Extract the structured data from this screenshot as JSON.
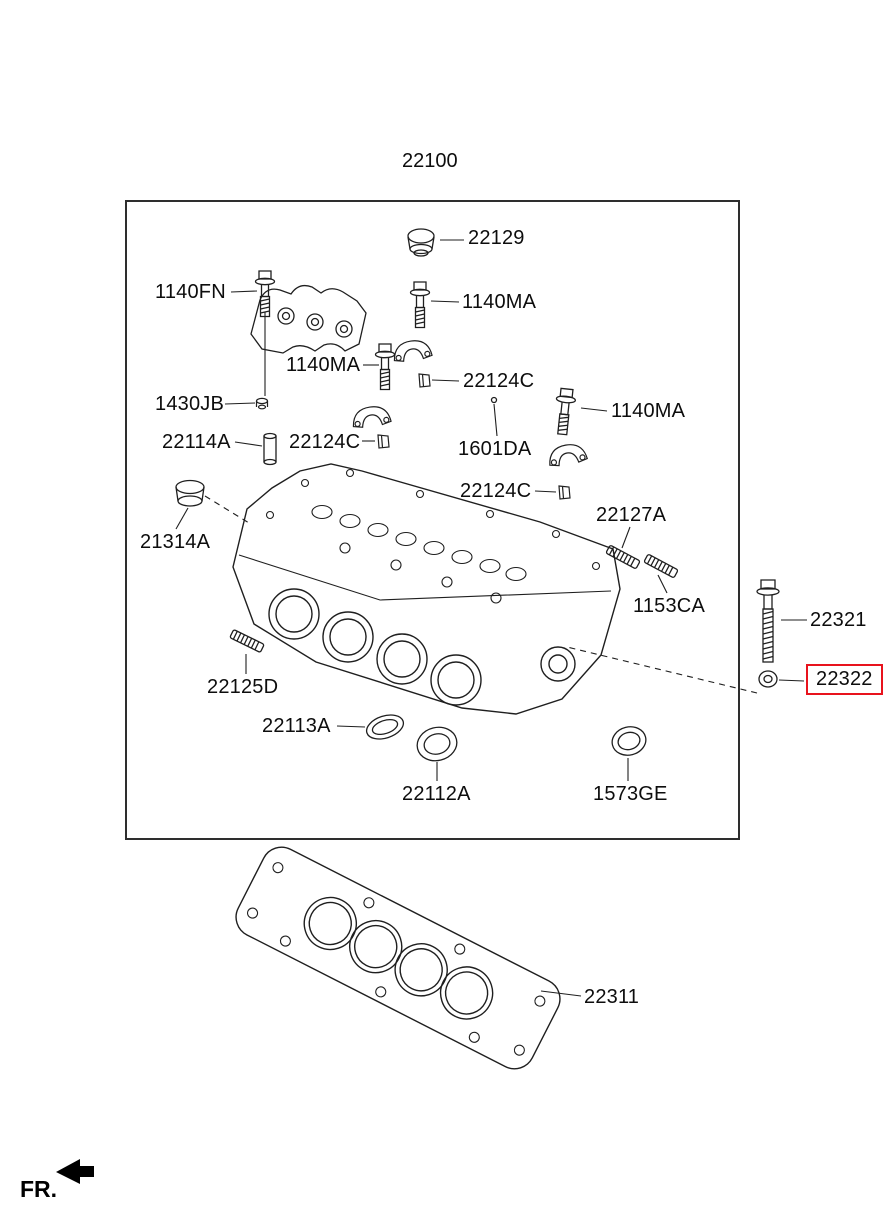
{
  "diagram": {
    "assembly_label": "22100",
    "direction_label": "FR.",
    "highlight_color": "#e8131d",
    "line_color": "#1f1f1f",
    "labels": [
      {
        "id": "22129",
        "text": "22129",
        "highlighted": false
      },
      {
        "id": "1140FN",
        "text": "1140FN",
        "highlighted": false
      },
      {
        "id": "1140MA-1",
        "text": "1140MA",
        "highlighted": false
      },
      {
        "id": "1140MA-2",
        "text": "1140MA",
        "highlighted": false
      },
      {
        "id": "22124C-1",
        "text": "22124C",
        "highlighted": false
      },
      {
        "id": "1430JB",
        "text": "1430JB",
        "highlighted": false
      },
      {
        "id": "1140MA-3",
        "text": "1140MA",
        "highlighted": false
      },
      {
        "id": "22114A",
        "text": "22114A",
        "highlighted": false
      },
      {
        "id": "22124C-2",
        "text": "22124C",
        "highlighted": false
      },
      {
        "id": "1601DA",
        "text": "1601DA",
        "highlighted": false
      },
      {
        "id": "22124C-3",
        "text": "22124C",
        "highlighted": false
      },
      {
        "id": "21314A",
        "text": "21314A",
        "highlighted": false
      },
      {
        "id": "22127A",
        "text": "22127A",
        "highlighted": false
      },
      {
        "id": "1153CA",
        "text": "1153CA",
        "highlighted": false
      },
      {
        "id": "22321",
        "text": "22321",
        "highlighted": false
      },
      {
        "id": "22322",
        "text": "22322",
        "highlighted": true
      },
      {
        "id": "22125D",
        "text": "22125D",
        "highlighted": false
      },
      {
        "id": "22113A",
        "text": "22113A",
        "highlighted": false
      },
      {
        "id": "22112A",
        "text": "22112A",
        "highlighted": false
      },
      {
        "id": "1573GE",
        "text": "1573GE",
        "highlighted": false
      },
      {
        "id": "22311",
        "text": "22311",
        "highlighted": false
      }
    ]
  }
}
